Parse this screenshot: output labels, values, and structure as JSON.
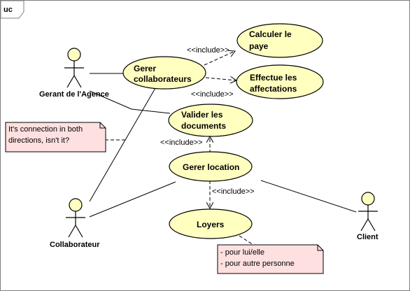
{
  "frame": {
    "label": "uc"
  },
  "actors": {
    "gerant": "Gerant de l'Agence",
    "collaborateur": "Collaborateur",
    "client": "Client"
  },
  "usecases": {
    "gerer_collab": [
      "Gerer",
      "collaborateurs"
    ],
    "calculer": [
      "Calculer le",
      "paye"
    ],
    "effectue": [
      "Effectue les",
      "affectations"
    ],
    "valider": [
      "Valider les",
      "documents"
    ],
    "gerer_location": [
      "Gerer location"
    ],
    "loyers": [
      "Loyers"
    ]
  },
  "relations": {
    "include_calculer": "<<include>>",
    "include_effectue": "<<include>>",
    "include_valider": "<<include>>",
    "include_loyers": "<<include>>"
  },
  "notes": {
    "connection": [
      "It's connection in both",
      "directions, isn't it?"
    ],
    "loyers": [
      "- pour lui/elle",
      "- pour autre personne"
    ]
  },
  "colors": {
    "usecase_fill": "#ffffc0",
    "note_fill": "#ffe0e0"
  }
}
